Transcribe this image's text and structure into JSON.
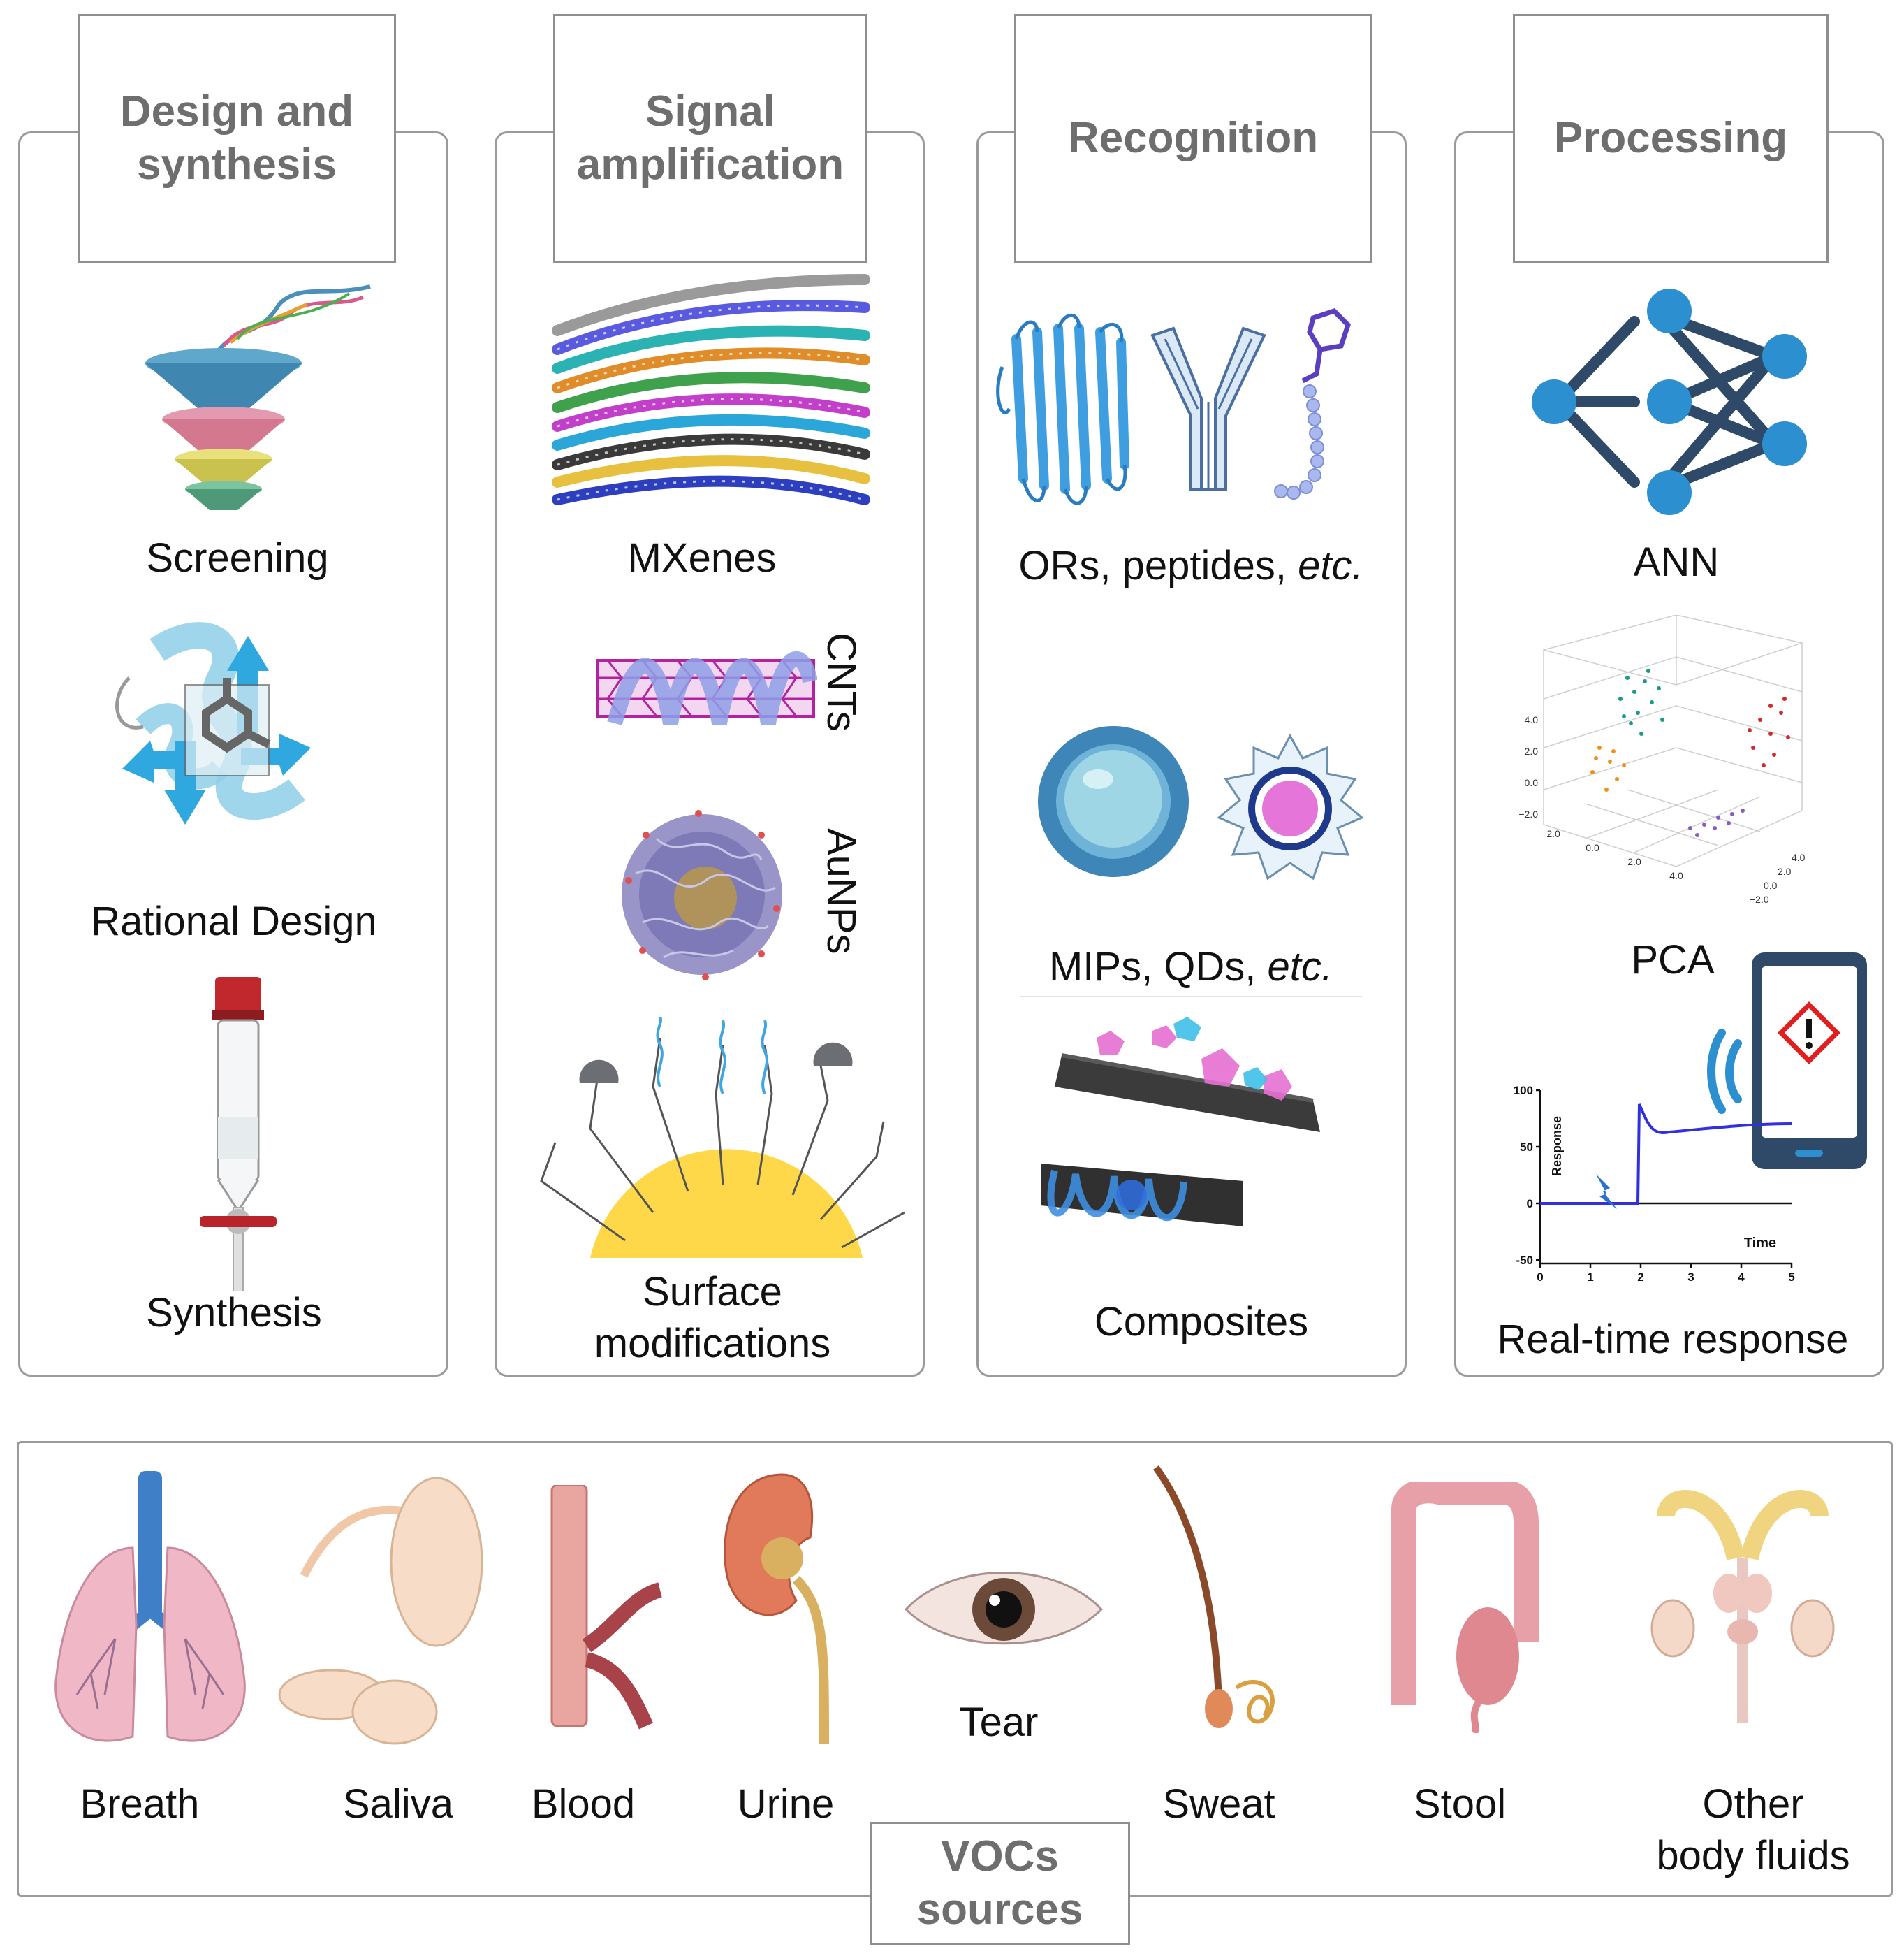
{
  "columns": [
    {
      "header": "Design and\nsynthesis",
      "items": [
        "Screening",
        "Rational Design",
        "Synthesis"
      ]
    },
    {
      "header": "Signal\namplification",
      "items": [
        "MXenes",
        "CNTs",
        "AuNPs",
        "Surface\nmodifications"
      ]
    },
    {
      "header": "Recognition",
      "items": [
        "ORs, peptides, etc.",
        "MIPs, QDs, etc.",
        "Composites"
      ]
    },
    {
      "header": "Processing",
      "items": [
        "ANN",
        "PCA",
        "Real-time response"
      ]
    }
  ],
  "pca_ticks": {
    "vert": [
      "4.0",
      "2.0",
      "0.0",
      "−2.0"
    ],
    "x": [
      "−2.0",
      "0.0",
      "2.0",
      "4.0"
    ],
    "y": [
      "4.0",
      "2.0",
      "0.0",
      "−2.0"
    ]
  },
  "response_chart": {
    "ylabel": "Response",
    "xlabel": "Time",
    "yticks": [
      "100",
      "50",
      "0",
      "-50"
    ],
    "xticks": [
      "0",
      "1",
      "2",
      "3",
      "4",
      "5"
    ]
  },
  "vocs_box": "VOCs\nsources",
  "sources": [
    "Breath",
    "Saliva",
    "Blood",
    "Urine",
    "Tear",
    "Sweat",
    "Stool",
    "Other\nbody fluids"
  ]
}
